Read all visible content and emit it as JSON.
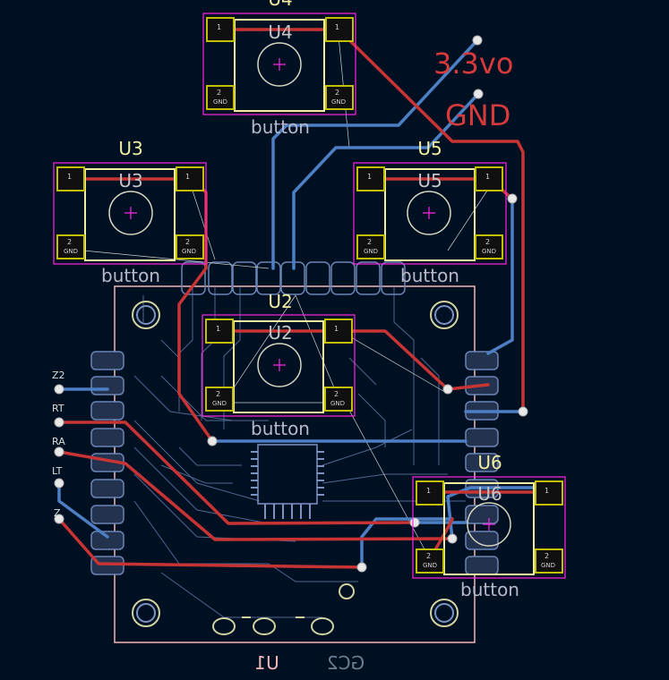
{
  "title": "",
  "components": {
    "u4": {
      "ref": "U4",
      "value": "button"
    },
    "u3": {
      "ref": "U3",
      "value": "button"
    },
    "u5": {
      "ref": "U5",
      "value": "button"
    },
    "u2": {
      "ref": "U2",
      "value": "button"
    },
    "u6": {
      "ref": "U6",
      "value": "button"
    },
    "u1": {
      "ref": "U1"
    },
    "gc2": {
      "ref": "GC2"
    }
  },
  "pad_labels": {
    "pin1": "1",
    "pin2": "2",
    "gnd": "GND"
  },
  "nets": {
    "power": "3.3vo",
    "ground": "GND",
    "left_signals": [
      "Z2",
      "RT",
      "RA",
      "LT",
      "Z"
    ]
  },
  "colors": {
    "background": "#001023",
    "front_copper": "#c83434",
    "back_copper": "#4d7fc4",
    "silkscreen": "#f2eda1",
    "courtyard": "#ff26e2",
    "outline": "#f2b8b8",
    "pad": "#c2c000",
    "via": "#d6d6d6"
  }
}
